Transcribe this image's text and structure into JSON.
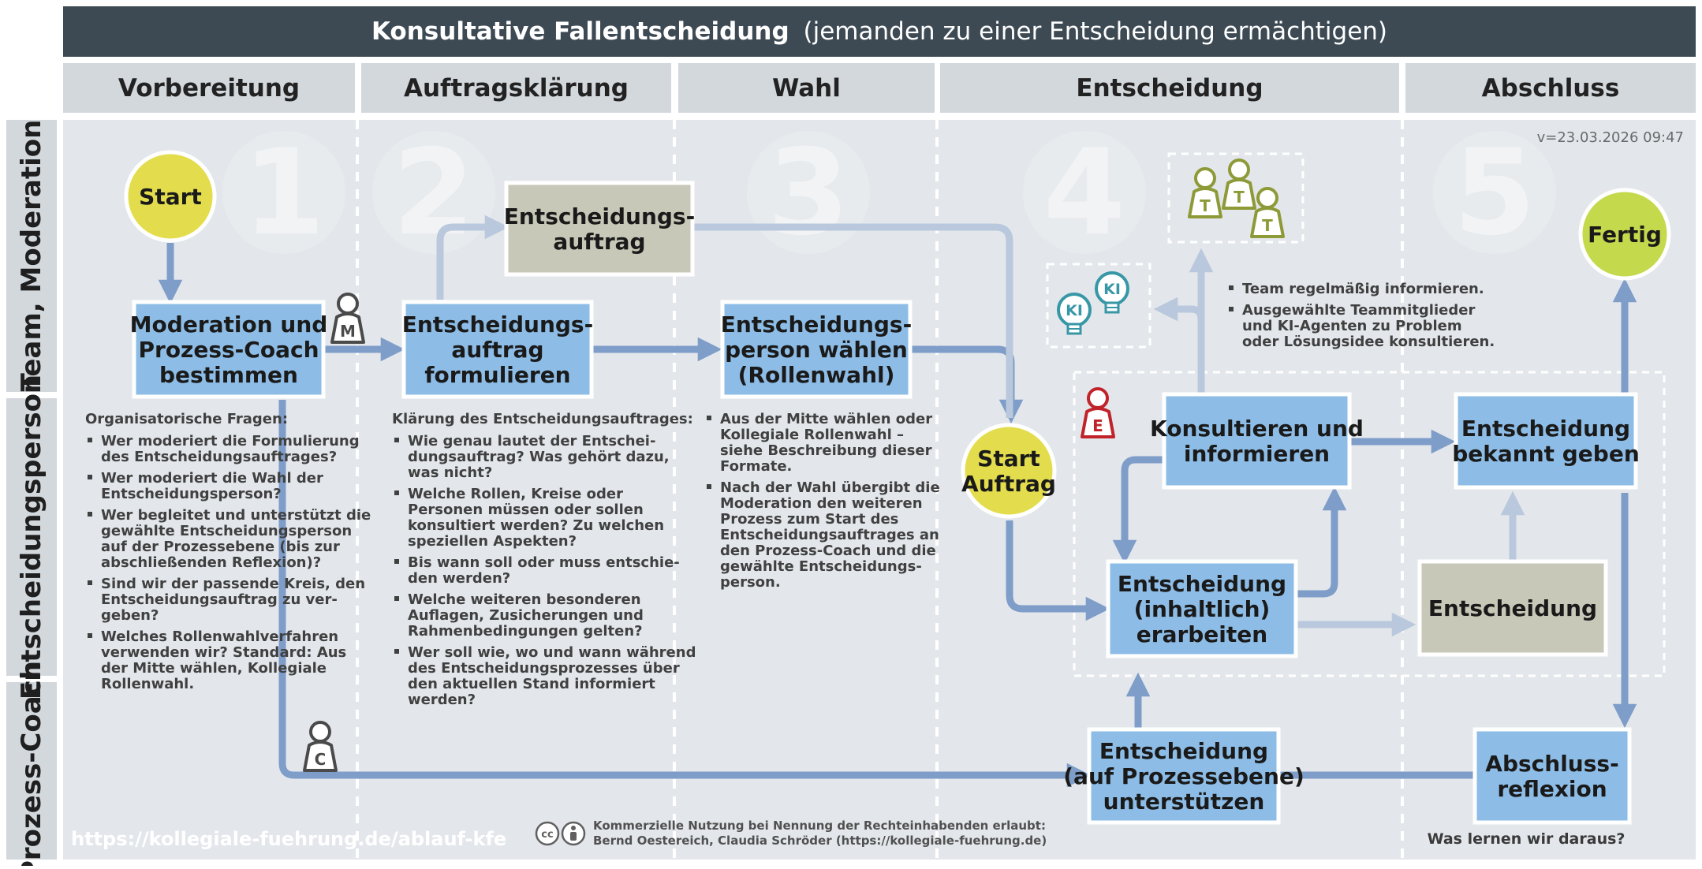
{
  "title": {
    "main": "Konsultative Fallentscheidung",
    "sub": "(jemanden zu einer Entscheidung ermächtigen)"
  },
  "phases": [
    {
      "label": "Vorbereitung",
      "number": "1"
    },
    {
      "label": "Auftragsklärung",
      "number": "2"
    },
    {
      "label": "Wahl",
      "number": "3"
    },
    {
      "label": "Entscheidung",
      "number": "4"
    },
    {
      "label": "Abschluss",
      "number": "5"
    }
  ],
  "lanes": [
    "Team, Moderation",
    "Entscheidungsperson",
    "Prozess-Coach"
  ],
  "version": "v=23.03.2026 09:47",
  "circles": {
    "start": [
      "Start"
    ],
    "start_auftrag": [
      "Start",
      "Auftrag"
    ],
    "fertig": [
      "Fertig"
    ]
  },
  "boxes": {
    "moderation": [
      "Moderation und",
      "Prozess-Coach",
      "bestimmen"
    ],
    "auftrag_top": [
      "Entscheidungs-",
      "auftrag"
    ],
    "formulieren": [
      "Entscheidungs-",
      "auftrag",
      "formulieren"
    ],
    "person_waehlen": [
      "Entscheidungs-",
      "person wählen",
      "(Rollenwahl)"
    ],
    "konsultieren": [
      "Konsultieren und",
      "informieren"
    ],
    "bekannt": [
      "Entscheidung",
      "bekannt geben"
    ],
    "erarbeiten": [
      "Entscheidung",
      "(inhaltlich)",
      "erarbeiten"
    ],
    "entscheidung": [
      "Entscheidung"
    ],
    "unterstuetzen": [
      "Entscheidung",
      "(auf Prozessebene)",
      "unterstützen"
    ],
    "reflexion": [
      "Abschluss-",
      "reflexion"
    ]
  },
  "role_icons": {
    "moderation": "M",
    "coach": "C",
    "decider": "E",
    "team": "T",
    "ai": "KI"
  },
  "notes": {
    "col1": {
      "heading": "Organisatorische Fragen:",
      "items": [
        [
          "Wer moderiert die Formulierung",
          "des Entscheidungsauftrages?"
        ],
        [
          "Wer moderiert die Wahl der",
          "Entscheidungsperson?"
        ],
        [
          "Wer begleitet und unterstützt die",
          "gewählte Entscheidungsperson",
          "auf der Prozessebene (bis zur",
          "abschließenden Reflexion)?"
        ],
        [
          "Sind wir der passende Kreis, den",
          "Entscheidungsauftrag zu ver-",
          "geben?"
        ],
        [
          "Welches Rollenwahlverfahren",
          "verwenden wir? Standard: Aus",
          "der Mitte wählen, Kollegiale",
          "Rollenwahl."
        ]
      ]
    },
    "col2": {
      "heading": "Klärung des Entscheidungsauftrages:",
      "items": [
        [
          "Wie genau lautet der Entschei-",
          "dungsauftrag? Was gehört dazu,",
          "was nicht?"
        ],
        [
          "Welche Rollen, Kreise oder",
          "Personen müssen oder sollen",
          "konsultiert werden? Zu welchen",
          "speziellen Aspekten?"
        ],
        [
          "Bis wann soll oder muss entschie-",
          "den werden?"
        ],
        [
          "Welche weiteren besonderen",
          "Auflagen, Zusicherungen und",
          "Rahmenbedingungen gelten?"
        ],
        [
          "Wer soll wie, wo und wann während",
          "des Entscheidungsprozesses über",
          "den aktuellen Stand informiert",
          "werden?"
        ]
      ]
    },
    "col3": {
      "items": [
        [
          "Aus der Mitte wählen oder",
          "Kollegiale Rollenwahl –",
          "siehe Beschreibung dieser",
          "Formate."
        ],
        [
          "Nach der Wahl übergibt die",
          "Moderation den weiteren",
          "Prozess zum Start des",
          "Entscheidungsauftrages an",
          "den Prozess-Coach und die",
          "gewählte Entscheidungs-",
          "person."
        ]
      ]
    },
    "col4": {
      "items": [
        [
          "Team regelmäßig informieren."
        ],
        [
          "Ausgewählte Teammitglieder",
          "und KI-Agenten zu Problem",
          "oder Lösungsidee konsultieren."
        ]
      ]
    }
  },
  "reflexion_question": "Was lernen wir daraus?",
  "url": "https://kollegiale-fuehrung.de/ablauf-kfe",
  "license": {
    "line1": "Kommerzielle Nutzung bei Nennung der Rechteinhabenden erlaubt:",
    "line2": "Bernd Oestereich, Claudia Schröder (https://kollegiale-fuehrung.de)",
    "cc": "cc"
  },
  "colors": {
    "title_bg": "#3d4a54",
    "header_bg": "#d3d8dd",
    "lane_bg": "#d3d8dd",
    "canvas_bg": "#e3e7eb",
    "box_blue": "#8dbde6",
    "box_gray": "#c8c8b8",
    "circle_yellow": "#e3dd4d",
    "circle_green": "#c5d94d",
    "arrow": "#7f9dc9",
    "arrow_light": "#b9c8dc",
    "team_green": "#8d9a37",
    "ai_teal": "#3797a6",
    "decider_red": "#c0232a",
    "icon_dark": "#4a4a4a"
  }
}
